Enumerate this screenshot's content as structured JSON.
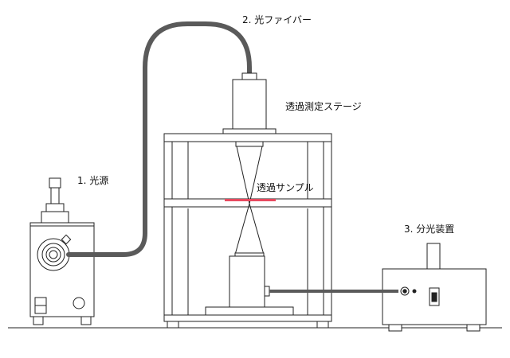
{
  "labels": {
    "fiber": "2. 光ファイバー",
    "stage": "透過測定ステージ",
    "light_source": "1. 光源",
    "sample": "透過サンプル",
    "spectrometer": "3. 分光装置"
  },
  "colors": {
    "line": "#222222",
    "fiber": "#5a5a5a",
    "sample": "#e84a5f",
    "background": "#ffffff"
  }
}
